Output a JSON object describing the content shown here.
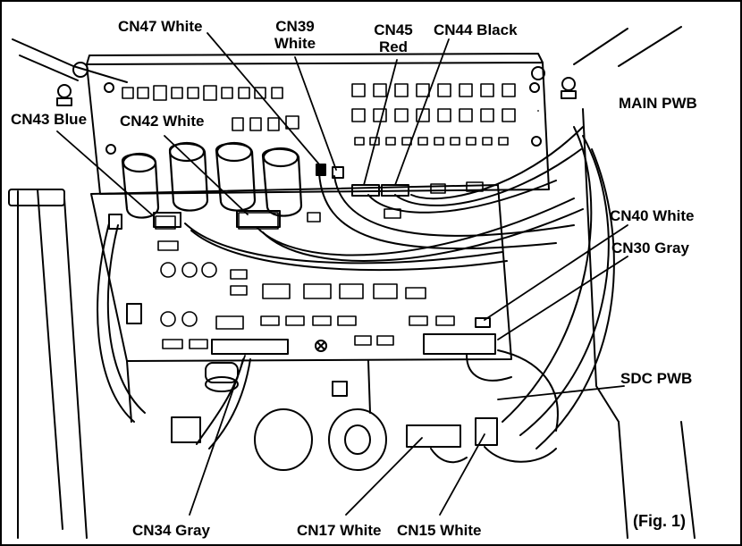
{
  "labels": {
    "cn47": "CN47 White",
    "cn39_line1": "CN39",
    "cn39_line2": "White",
    "cn45_line1": "CN45",
    "cn45_line2": "Red",
    "cn44": "CN44 Black",
    "main_pwb": "MAIN PWB",
    "cn43": "CN43 Blue",
    "cn42": "CN42 White",
    "cn40": "CN40 White",
    "cn30": "CN30 Gray",
    "sdc_pwb": "SDC PWB",
    "cn34": "CN34 Gray",
    "cn17": "CN17 White",
    "cn15": "CN15 White",
    "fig": "(Fig. 1)"
  }
}
